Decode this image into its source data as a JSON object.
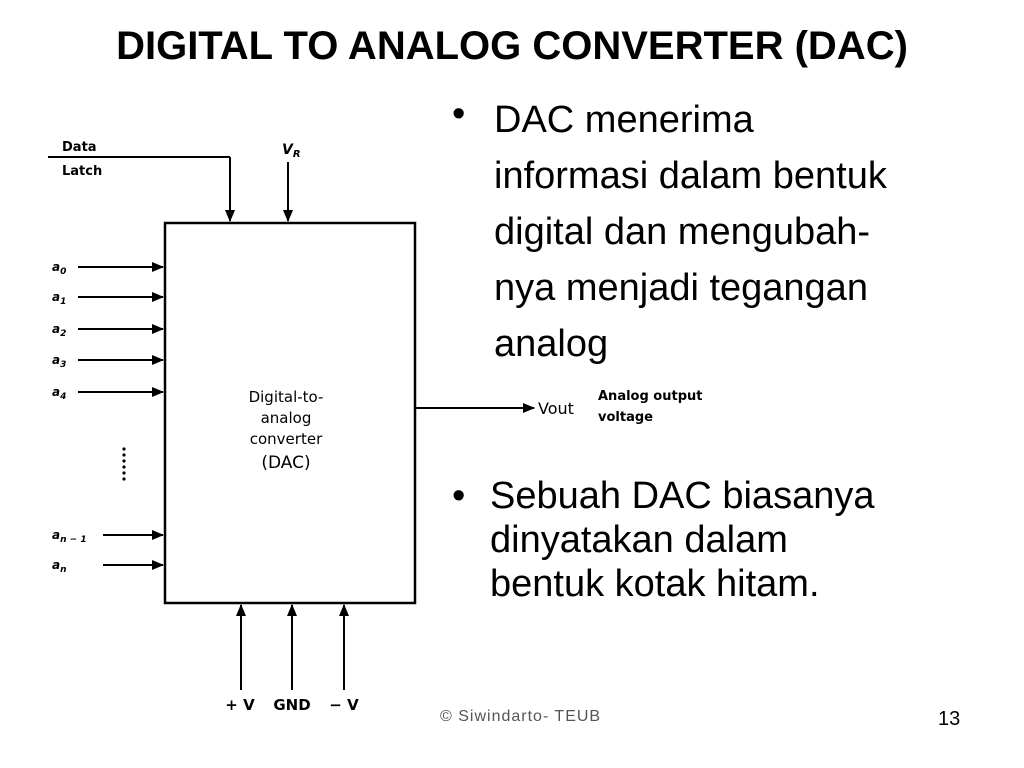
{
  "slide": {
    "title": "DIGITAL TO ANALOG CONVERTER (DAC)",
    "bullets": [
      "DAC menerima\ninformasi dalam bentuk\ndigital dan mengubah-\nnya menjadi tegangan\nanalog",
      "Sebuah DAC biasanya\ndinyatakan dalam\nbentuk kotak hitam."
    ],
    "bullet_symbol": "•",
    "footer_text": "© Siwindarto- TEUB",
    "page_number": "13"
  },
  "diagram": {
    "top_inputs": {
      "data": "Data",
      "latch": "Latch",
      "vr": "V",
      "vr_sub": "R"
    },
    "left_inputs": [
      {
        "main": "a",
        "sub": "0"
      },
      {
        "main": "a",
        "sub": "1"
      },
      {
        "main": "a",
        "sub": "2"
      },
      {
        "main": "a",
        "sub": "3"
      },
      {
        "main": "a",
        "sub": "4"
      },
      {
        "main": "a",
        "sub": "n − 1"
      },
      {
        "main": "a",
        "sub": "n"
      }
    ],
    "ellipsis": "⋮",
    "block_lines": [
      "Digital-to-",
      "analog",
      "converter",
      "(DAC)"
    ],
    "output_label": "Vout",
    "output_desc_1": "Analog output",
    "output_desc_2": "voltage",
    "bottom_labels": [
      "+ V",
      "GND",
      "− V"
    ]
  }
}
